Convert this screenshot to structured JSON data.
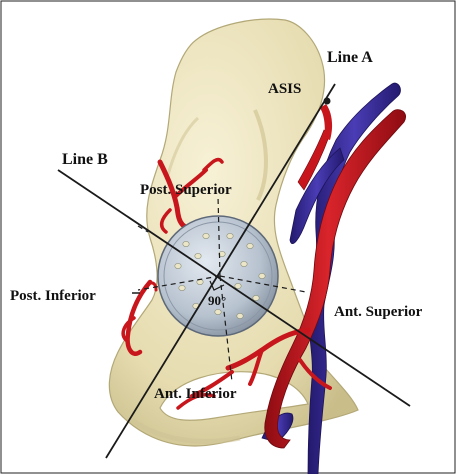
{
  "labels": {
    "line_a": "Line A",
    "line_b": "Line B",
    "asis": "ASIS",
    "post_superior": "Post. Superior",
    "post_inferior": "Post. Inferior",
    "ant_superior": "Ant. Superior",
    "ant_inferior": "Ant. Inferior",
    "angle": "90°"
  },
  "colors": {
    "bone": "#ece4bf",
    "bone_shadow": "#cdc395",
    "artery": "#c8161d",
    "artery_dark": "#7d0b10",
    "vein": "#3a2e9a",
    "cup": "#b9c4d0",
    "cup_edge": "#6b7686",
    "line": "#1a1a1a"
  },
  "icons": [
    "hip-bone-model",
    "acetabular-cup",
    "artery-vessel",
    "vein-vessel"
  ]
}
